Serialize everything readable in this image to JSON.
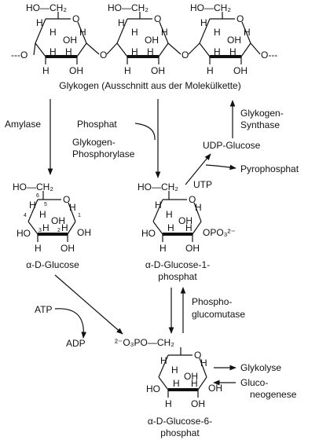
{
  "title": "Glykogen (Ausschnitt aus der Molekülkette)",
  "enzymes": {
    "amylase": "Amylase",
    "phosphat": "Phosphat",
    "phosphorylase_1": "Glykogen-",
    "phosphorylase_2": "Phosphorylase",
    "synthase_1": "Glykogen-",
    "synthase_2": "Synthase",
    "mutase_1": "Phospho-",
    "mutase_2": "glucomutase"
  },
  "compounds": {
    "udp_glucose": "UDP-Glucose",
    "utp": "UTP",
    "pyrophosphat": "Pyrophosphat",
    "glucose": "α-D-Glucose",
    "g1p_1": "α-D-Glucose-1-",
    "g1p_2": "phosphat",
    "g6p_1": "α-D-Glucose-6-",
    "g6p_2": "phosphat",
    "atp": "ATP",
    "adp": "ADP",
    "glykolyse": "Glykolyse",
    "gluco_1": "Gluco-",
    "gluco_2": "neogenese"
  },
  "atoms": {
    "hoch2": "HO—CH₂",
    "o": "O",
    "h": "H",
    "oh": "OH",
    "ho": "HO",
    "chain_left": "---O",
    "chain_mid": "O",
    "chain_right": "O---",
    "opo3": "OPO₃²⁻",
    "po3": "²⁻O₃PO—CH₂",
    "n6": "6",
    "n5": "5",
    "n4": "4",
    "n3": "3",
    "n2": "2",
    "n1": "1"
  }
}
